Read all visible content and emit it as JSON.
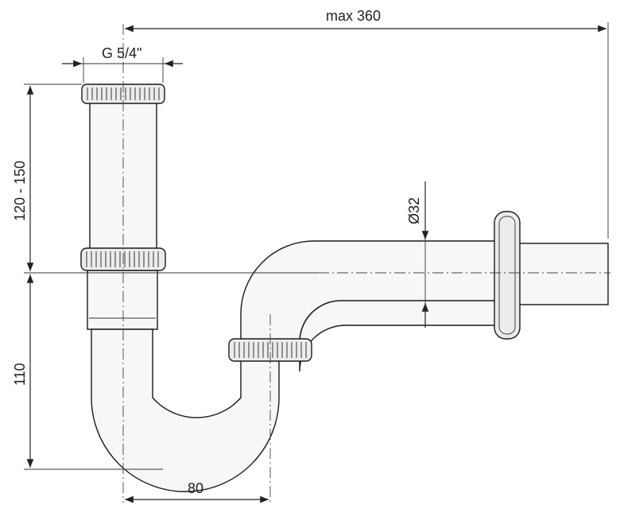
{
  "dimensions": {
    "width_max": "max 360",
    "thread": "G 5/4\"",
    "tailpiece_height": "120 - 150",
    "trap_depth": "110",
    "trap_width": "80",
    "pipe_diameter": "Ø32"
  }
}
